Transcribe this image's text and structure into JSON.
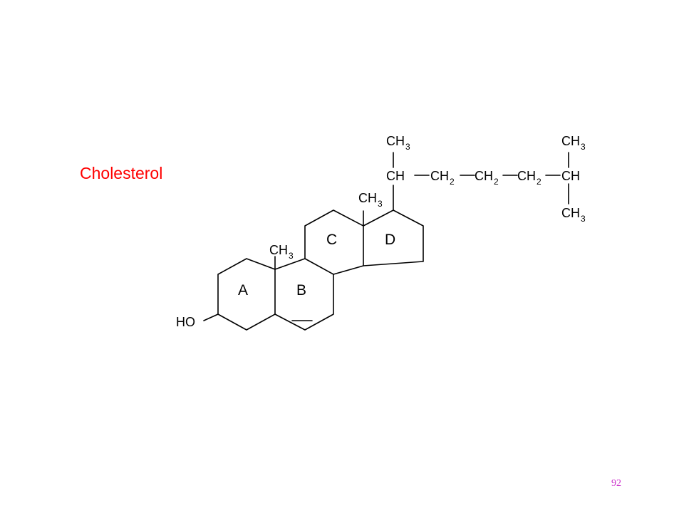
{
  "slide": {
    "title": "Cholesterol",
    "page_number": "92"
  },
  "molecule": {
    "ring_labels": [
      "A",
      "B",
      "C",
      "D"
    ],
    "hydroxyl": "HO",
    "methyl": {
      "atom": "CH",
      "subscript": "3"
    },
    "methine": {
      "atom": "CH"
    },
    "methylene": {
      "atom": "CH",
      "subscript": "2"
    }
  },
  "colors": {
    "title": "#ff0000",
    "page_number": "#cc33cc",
    "structure": "#000000"
  }
}
